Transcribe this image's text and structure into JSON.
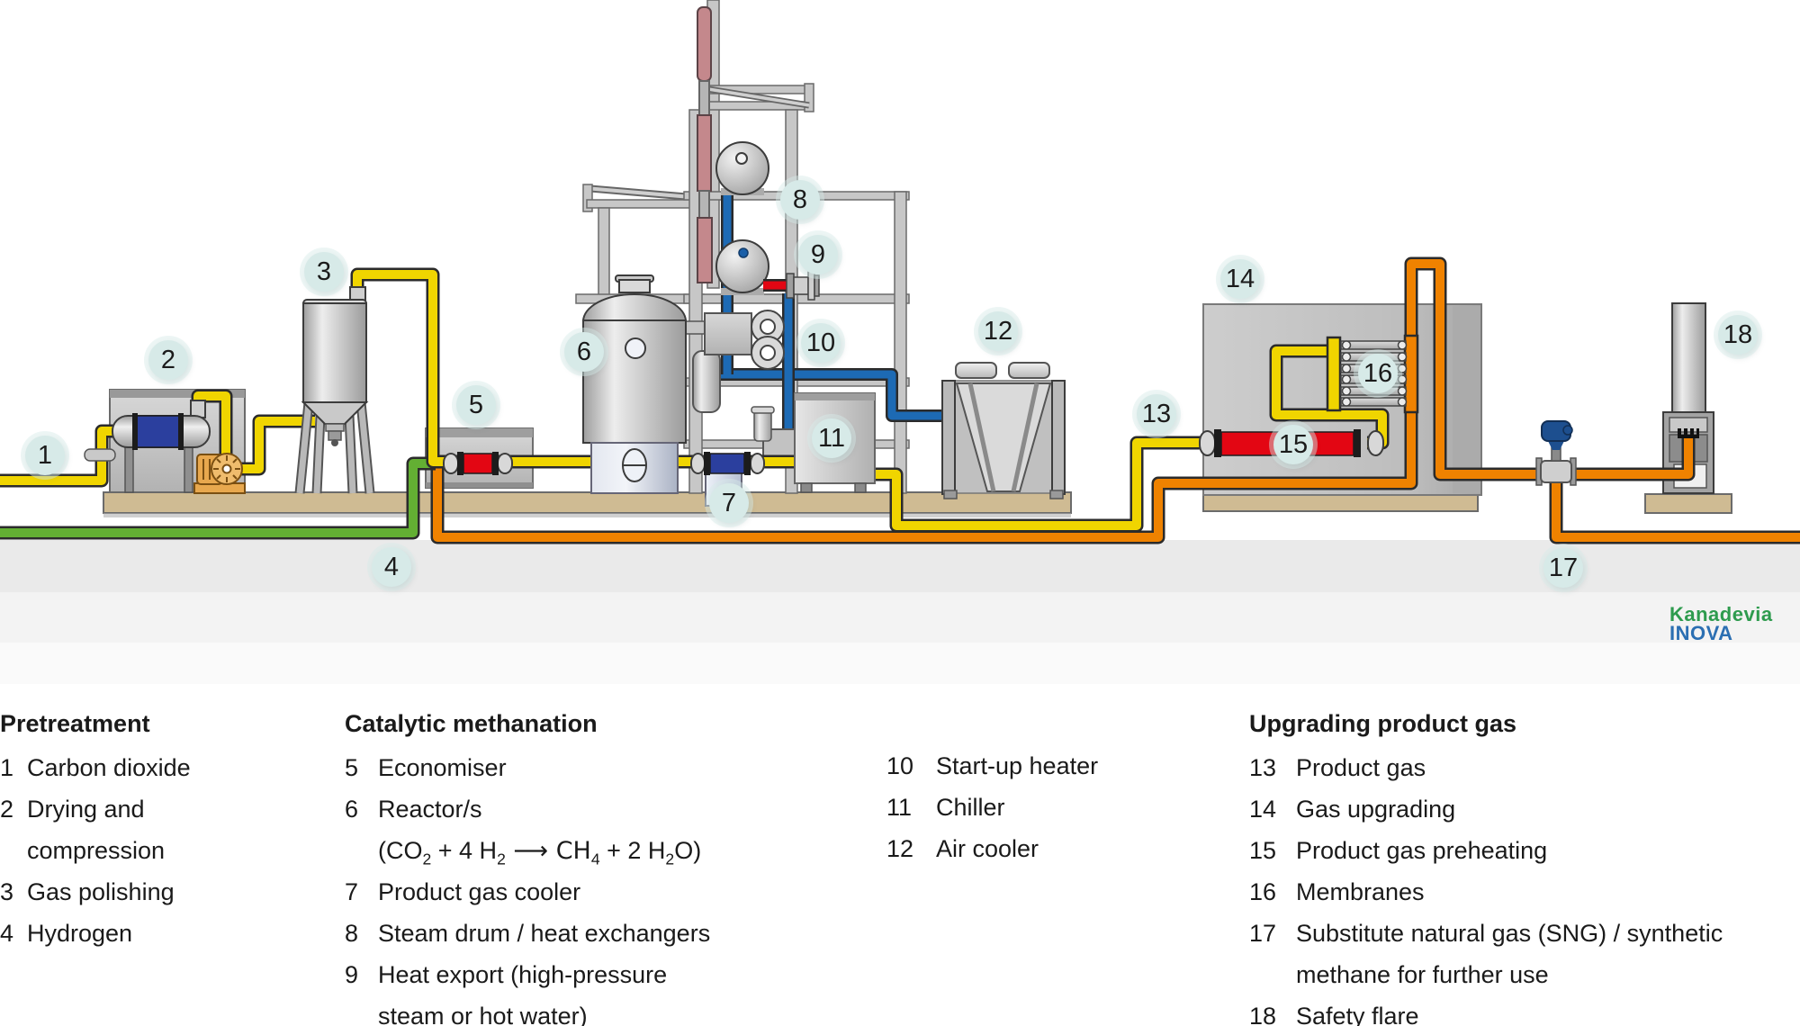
{
  "brand": {
    "line1": "Kanadevia",
    "line2": "INOVA"
  },
  "colors": {
    "pipe-yellow": "#F0D500",
    "pipe-green": "#63AF33",
    "pipe-orange": "#EF8200",
    "pipe-blue": "#1D6AB4",
    "pipe-red": "#E30613",
    "element-navy": "#2B3F9E",
    "label-bg": "#D7EAE8",
    "platform": "#CFBB93",
    "stack-pink": "#C4888C",
    "compressor-orange": "#E8A84E",
    "logo-green": "#2E9B4E",
    "logo-blue": "#2B6FB2",
    "legend-ink": "#1a1a1a"
  },
  "diagram": {
    "labels": [
      "1",
      "2",
      "3",
      "4",
      "5",
      "6",
      "7",
      "8",
      "9",
      "10",
      "11",
      "12",
      "13",
      "14",
      "15",
      "16",
      "17",
      "18"
    ]
  },
  "legend": {
    "columns": [
      {
        "title": "Pretreatment",
        "items": [
          {
            "num": "1",
            "lines": [
              "Carbon dioxide"
            ]
          },
          {
            "num": "2",
            "lines": [
              "Drying and",
              "compression"
            ]
          },
          {
            "num": "3",
            "lines": [
              "Gas polishing"
            ]
          },
          {
            "num": "4",
            "lines": [
              "Hydrogen"
            ]
          }
        ]
      },
      {
        "title": "Catalytic methanation",
        "items": [
          {
            "num": "5",
            "lines": [
              "Economiser"
            ]
          },
          {
            "num": "6",
            "lines": [
              "Reactor/s"
            ],
            "equation": [
              "(CO",
              "2",
              " + 4 H",
              "2",
              " ⟶ CH",
              "4",
              " + 2 H",
              "2",
              "O)"
            ]
          },
          {
            "num": "7",
            "lines": [
              "Product gas cooler"
            ]
          },
          {
            "num": "8",
            "lines": [
              "Steam drum / heat exchangers"
            ]
          },
          {
            "num": "9",
            "lines": [
              "Heat export (high-pressure",
              "steam or hot water)"
            ]
          }
        ]
      },
      {
        "title": "",
        "items": [
          {
            "num": "10",
            "lines": [
              "Start-up heater"
            ]
          },
          {
            "num": "11",
            "lines": [
              "Chiller"
            ]
          },
          {
            "num": "12",
            "lines": [
              "Air cooler"
            ]
          }
        ]
      },
      {
        "title": "Upgrading product gas",
        "items": [
          {
            "num": "13",
            "lines": [
              "Product gas"
            ]
          },
          {
            "num": "14",
            "lines": [
              "Gas upgrading"
            ]
          },
          {
            "num": "15",
            "lines": [
              "Product gas preheating"
            ]
          },
          {
            "num": "16",
            "lines": [
              "Membranes"
            ]
          },
          {
            "num": "17",
            "lines": [
              "Substitute natural gas (SNG) / synthetic",
              "methane for further use"
            ]
          },
          {
            "num": "18",
            "lines": [
              "Safety flare"
            ]
          }
        ]
      }
    ]
  }
}
